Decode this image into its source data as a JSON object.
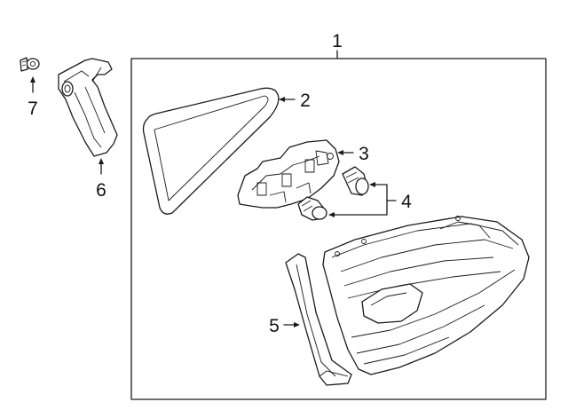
{
  "callouts": {
    "c1": "1",
    "c2": "2",
    "c3": "3",
    "c4": "4",
    "c5": "5",
    "c6": "6",
    "c7": "7"
  },
  "parts": {
    "p1": "tail-lamp-assembly",
    "p2": "gasket",
    "p3": "bulb-socket",
    "p4": "bulbs",
    "p5": "trim-panel",
    "p6": "mounting-bracket",
    "p7": "fastener"
  },
  "colors": {
    "line": "#1a1a1a",
    "background": "#ffffff"
  }
}
